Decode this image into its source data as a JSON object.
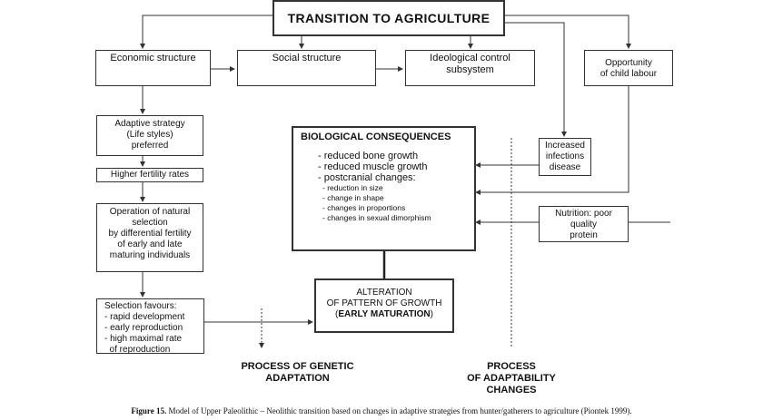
{
  "title": "TRANSITION TO AGRICULTURE",
  "economic": "Economic structure",
  "social": "Social structure",
  "ideological": [
    "Ideological control",
    "subsystem"
  ],
  "child_labour": [
    "Opportunity",
    "of child labour"
  ],
  "adaptive": [
    "Adaptive strategy",
    "(Life styles)",
    "preferred"
  ],
  "fertility": "Higher  fertility rates",
  "natural_selection": [
    "Operation  of natural",
    "selection",
    "by differential fertility",
    "of early and late",
    "maturing individuals"
  ],
  "selection_favours": [
    "Selection favours:",
    "- rapid development",
    "- early reproduction",
    "- high maximal rate",
    "  of reproduction"
  ],
  "infections": [
    "Increased",
    "infections",
    "disease"
  ],
  "nutrition": [
    "Nutrition: poor",
    "quality",
    "protein"
  ],
  "bio": {
    "heading": "BIOLOGICAL CONSEQUENCES",
    "main": [
      "- reduced bone growth",
      "- reduced muscle growth",
      "- postcranial changes:"
    ],
    "sub": [
      "- reduction in size",
      "- change in shape",
      "- changes in proportions",
      "- changes in sexual dimorphism"
    ]
  },
  "alteration": {
    "line1": "ALTERATION",
    "line2": "OF PATTERN OF GROWTH",
    "open": "(",
    "bold": "EARLY MATURATION",
    "close": ")"
  },
  "genetic": [
    "PROCESS OF GENETIC",
    "ADAPTATION"
  ],
  "adaptability": [
    "PROCESS",
    "OF ADAPTABILITY",
    "CHANGES"
  ],
  "caption": {
    "label": "Figure 15.",
    "text": "  Model of Upper Paleolithic – Neolithic transition based on changes in adaptive strategies from hunter/gatherers to agriculture (Piontek 1999)."
  }
}
